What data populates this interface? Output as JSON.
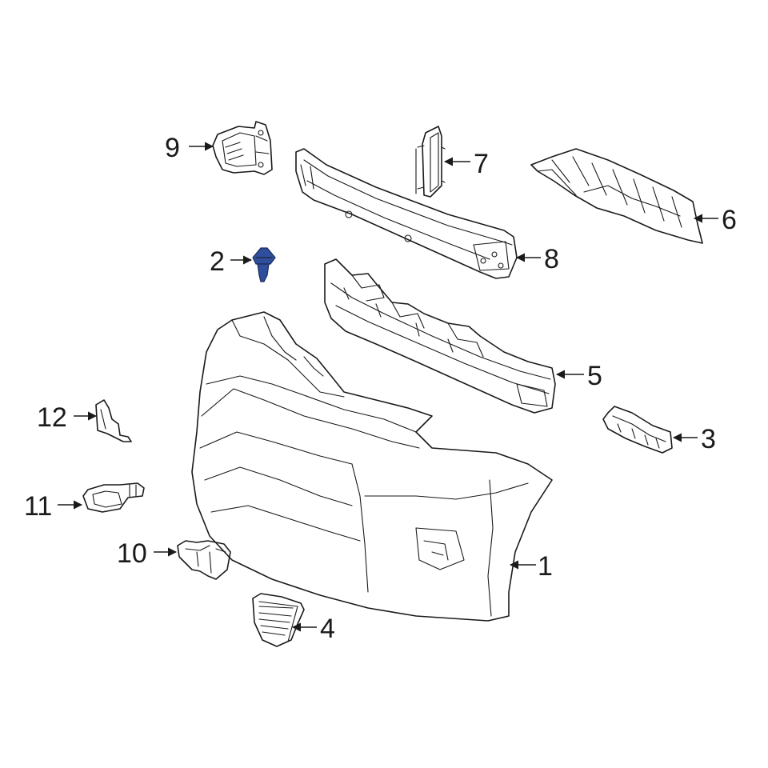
{
  "colors": {
    "line": "#1a1a1a",
    "highlight": "#2f4f9e",
    "background": "#ffffff"
  },
  "callouts": [
    {
      "id": "1",
      "label": "1"
    },
    {
      "id": "2",
      "label": "2"
    },
    {
      "id": "3",
      "label": "3"
    },
    {
      "id": "4",
      "label": "4"
    },
    {
      "id": "5",
      "label": "5"
    },
    {
      "id": "6",
      "label": "6"
    },
    {
      "id": "7",
      "label": "7"
    },
    {
      "id": "8",
      "label": "8"
    },
    {
      "id": "9",
      "label": "9"
    },
    {
      "id": "10",
      "label": "10"
    },
    {
      "id": "11",
      "label": "11"
    },
    {
      "id": "12",
      "label": "12"
    }
  ],
  "highlighted_part": "2"
}
